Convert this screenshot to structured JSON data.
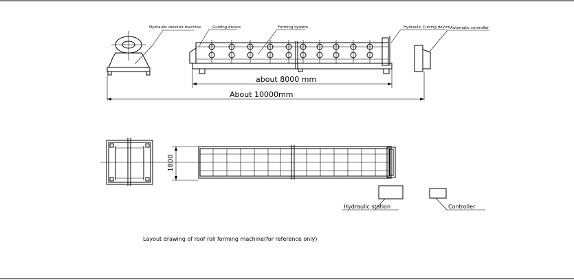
{
  "callouts": {
    "decoiler": "Hydraulic decoiler machine",
    "guiding": "Guiding device",
    "forming": "Forming system",
    "cutting": "Hydraulic Cutting device",
    "controller": "Automatic controller"
  },
  "dimensions": {
    "machine_length": "about 8000 mm",
    "total_length": "About 10000mm",
    "width": "1800"
  },
  "plan_labels": {
    "hydraulic_station": "Hydraulic station",
    "controller": "Controller"
  },
  "caption": "Layout drawing of roof roll forming machine(for reference only)"
}
